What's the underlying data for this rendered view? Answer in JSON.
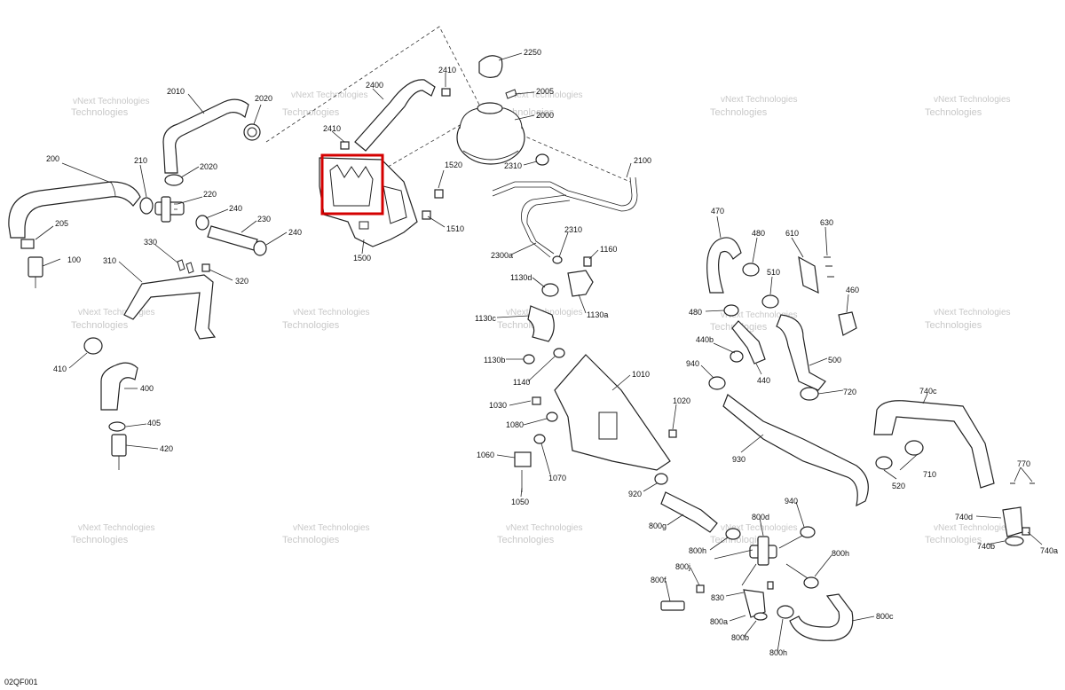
{
  "document_code": "02QF001",
  "watermark": {
    "line1": "vNext Technologies",
    "line2": "Technologies"
  },
  "highlight_color": "#d40000",
  "parts": {
    "p200": "200",
    "p205": "205",
    "p100": "100",
    "p210": "210",
    "p220": "220",
    "p240a": "240",
    "p240b": "240",
    "p230": "230",
    "p2010": "2010",
    "p2020a": "2020",
    "p2020b": "2020",
    "p330": "330",
    "p310": "310",
    "p320": "320",
    "p410": "410",
    "p400": "400",
    "p405": "405",
    "p420": "420",
    "p2400": "2400",
    "p2410a": "2410",
    "p2410b": "2410",
    "p1500": "1500",
    "p1520": "1520",
    "p1510": "1510",
    "p2250": "2250",
    "p2005": "2005",
    "p2000": "2000",
    "p2310a": "2310",
    "p2100": "2100",
    "p2300a": "2300a",
    "p2310b": "2310",
    "p1160": "1160",
    "p1130d": "1130d",
    "p1130a": "1130a",
    "p1130c": "1130c",
    "p1130b": "1130b",
    "p1140": "1140",
    "p1010": "1010",
    "p1030": "1030",
    "p1020": "1020",
    "p1080": "1080",
    "p1060": "1060",
    "p1070": "1070",
    "p1050": "1050",
    "p920": "920",
    "p470": "470",
    "p480a": "480",
    "p610": "610",
    "p630": "630",
    "p510": "510",
    "p460": "460",
    "p480b": "480",
    "p440b": "440b",
    "p440": "440",
    "p500": "500",
    "p940a": "940",
    "p720": "720",
    "p930": "930",
    "p740c": "740c",
    "p710": "710",
    "p520": "520",
    "p770": "770",
    "p740d": "740d",
    "p740b": "740b",
    "p740a": "740a",
    "p800g": "800g",
    "p800d": "800d",
    "p940b": "940",
    "p800h1": "800h",
    "p800h2": "800h",
    "p800j": "800j",
    "p800f": "800f",
    "p830": "830",
    "p800a": "800a",
    "p800b": "800b",
    "p800h3": "800h",
    "p800c": "800c"
  }
}
